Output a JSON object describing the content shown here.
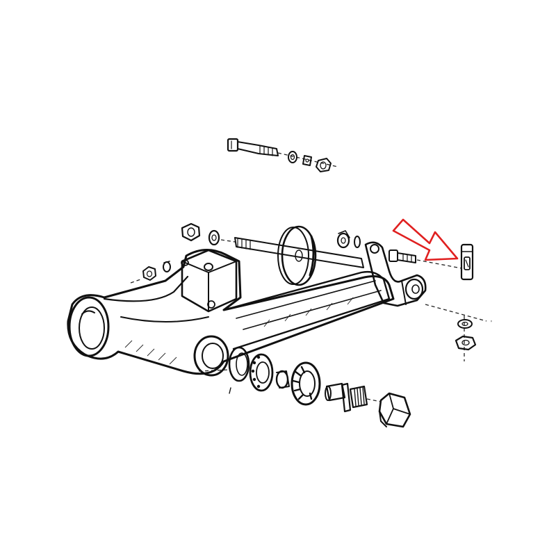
{
  "diagram": {
    "parts": [
      "upper-bolt",
      "upper-washer",
      "upper-lock-washer",
      "upper-nut",
      "pivot-shaft",
      "shaft-disc-spacer",
      "left-nut",
      "left-washer",
      "left-stud-nut",
      "left-stud-washer",
      "swing-arm",
      "right-washer",
      "right-lock-washer",
      "small-bolt",
      "clamp-pin",
      "right-lower-washer",
      "right-lower-nut",
      "bearing-seal",
      "ball-bearing",
      "bearing-spacer",
      "tapered-roller-bearing",
      "threaded-pivot-pin",
      "hex-cap-nut"
    ]
  },
  "highlight": {
    "target_part": "clamp-pin",
    "arrow_color": "#e02020"
  },
  "colors": {
    "ink": "#111111",
    "background": "#ffffff",
    "arrow": "#e02020"
  }
}
